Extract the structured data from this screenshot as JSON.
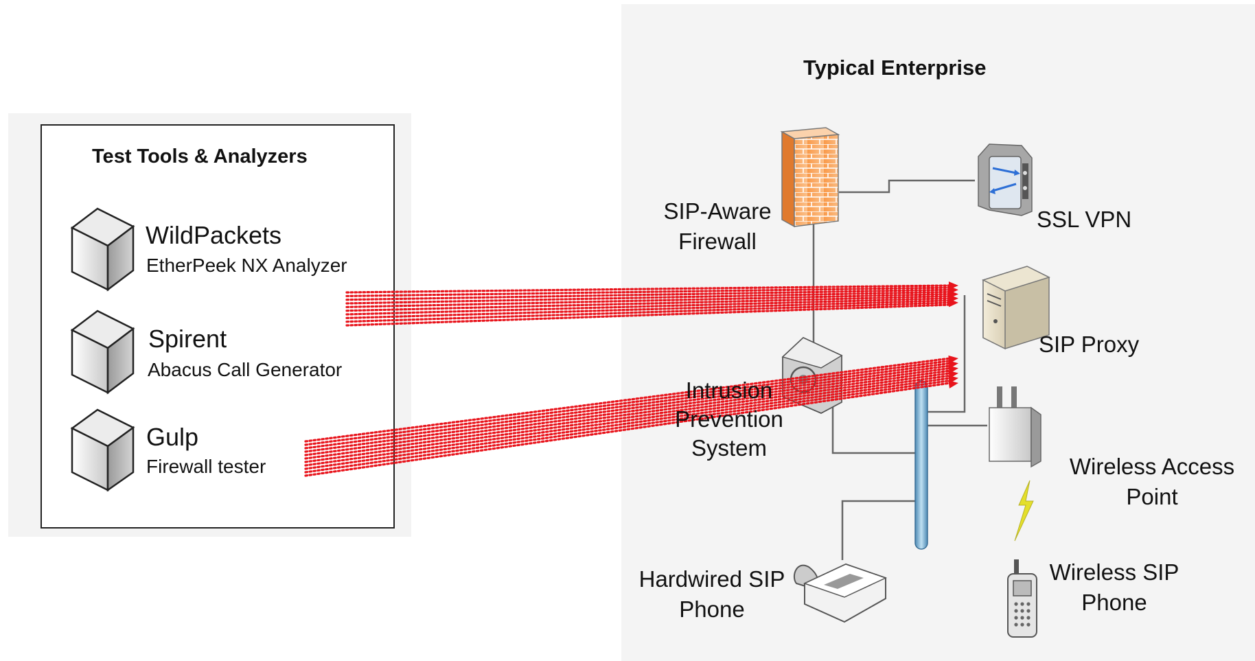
{
  "enterprise": {
    "title": "Typical Enterprise",
    "firewall": {
      "line1": "SIP-Aware",
      "line2": "Firewall"
    },
    "ssl_vpn": "SSL VPN",
    "sip_proxy": "SIP Proxy",
    "ips": {
      "line1": "Intrusion",
      "line2": "Prevention",
      "line3": "System"
    },
    "wap": {
      "line1": "Wireless Access",
      "line2": "Point"
    },
    "hardwired_phone": {
      "line1": "Hardwired SIP",
      "line2": "Phone"
    },
    "wireless_phone": {
      "line1": "Wireless SIP",
      "line2": "Phone"
    }
  },
  "tools": {
    "title": "Test Tools & Analyzers",
    "items": [
      {
        "name": "WildPackets",
        "desc": "EtherPeek NX  Analyzer"
      },
      {
        "name": "Spirent",
        "desc": "Abacus Call Generator"
      },
      {
        "name": "Gulp",
        "desc": "Firewall tester"
      }
    ]
  },
  "colors": {
    "traffic": "#e8141c",
    "firewall": "#f7a45c",
    "bus": "#7fb0cf"
  }
}
